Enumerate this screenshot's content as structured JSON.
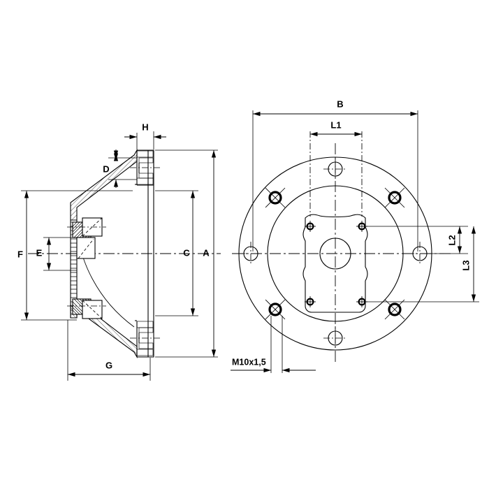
{
  "drawing": {
    "title": "Bell housing / flange adapter technical drawing",
    "background_color": "#ffffff",
    "line_color": "#000000",
    "views": {
      "section": {
        "name": "cross-section-view",
        "dimension_labels": [
          "H",
          "D",
          "F",
          "E",
          "C",
          "A",
          "G"
        ]
      },
      "front": {
        "name": "front-circular-view",
        "dimension_labels": [
          "B",
          "L1",
          "L2",
          "L3"
        ],
        "thread_note": "M10x1,5"
      }
    },
    "dimensions": {
      "H": "H",
      "D": "D",
      "F": "F",
      "E": "E",
      "C": "C",
      "A": "A",
      "G": "G",
      "B": "B",
      "L1": "L1",
      "L2": "L2",
      "L3": "L3"
    },
    "annotations": {
      "thread_spec": "M10x1,5"
    },
    "features": {
      "outer_bolt_holes_count": 4,
      "threaded_holes_count": 4,
      "center_plate_holes_count": 4,
      "center_bore": "center-bore"
    }
  }
}
